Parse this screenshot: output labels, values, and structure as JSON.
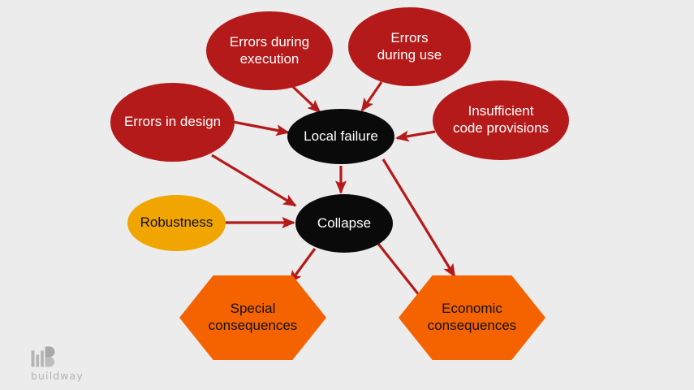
{
  "diagram": {
    "title": "Local failure to collapse causality diagram",
    "background_color": "#ececec",
    "palette": {
      "cause": "#b51a1a",
      "core": "#0a0a0a",
      "property": "#f0a500",
      "outcome": "#f56300",
      "arrow": "#b51a1a",
      "logo": "#b3b3b3"
    },
    "nodes": [
      {
        "id": "errors_execution",
        "label": "Errors during\nexecution",
        "shape": "ellipse",
        "role": "cause"
      },
      {
        "id": "errors_use",
        "label": "Errors\nduring use",
        "shape": "ellipse",
        "role": "cause"
      },
      {
        "id": "errors_design",
        "label": "Errors in design",
        "shape": "ellipse",
        "role": "cause"
      },
      {
        "id": "insufficient",
        "label": "Insufficient\ncode provisions",
        "shape": "ellipse",
        "role": "cause"
      },
      {
        "id": "local_failure",
        "label": "Local failure",
        "shape": "ellipse",
        "role": "core"
      },
      {
        "id": "robustness",
        "label": "Robustness",
        "shape": "ellipse",
        "role": "property"
      },
      {
        "id": "collapse",
        "label": "Collapse",
        "shape": "ellipse",
        "role": "core"
      },
      {
        "id": "special",
        "label": "Special\nconsequences",
        "shape": "hexagon",
        "role": "outcome"
      },
      {
        "id": "economic",
        "label": "Economic\nconsequences",
        "shape": "hexagon",
        "role": "outcome"
      }
    ],
    "edges": [
      {
        "from": "errors_execution",
        "to": "local_failure"
      },
      {
        "from": "errors_use",
        "to": "local_failure"
      },
      {
        "from": "errors_design",
        "to": "local_failure"
      },
      {
        "from": "insufficient",
        "to": "local_failure"
      },
      {
        "from": "errors_design",
        "to": "collapse"
      },
      {
        "from": "local_failure",
        "to": "collapse"
      },
      {
        "from": "robustness",
        "to": "collapse"
      },
      {
        "from": "local_failure",
        "to": "economic"
      },
      {
        "from": "collapse",
        "to": "special"
      },
      {
        "from": "collapse",
        "to": "economic"
      }
    ]
  },
  "logo": {
    "wordmark": "buildway",
    "icon": "building-icon"
  }
}
